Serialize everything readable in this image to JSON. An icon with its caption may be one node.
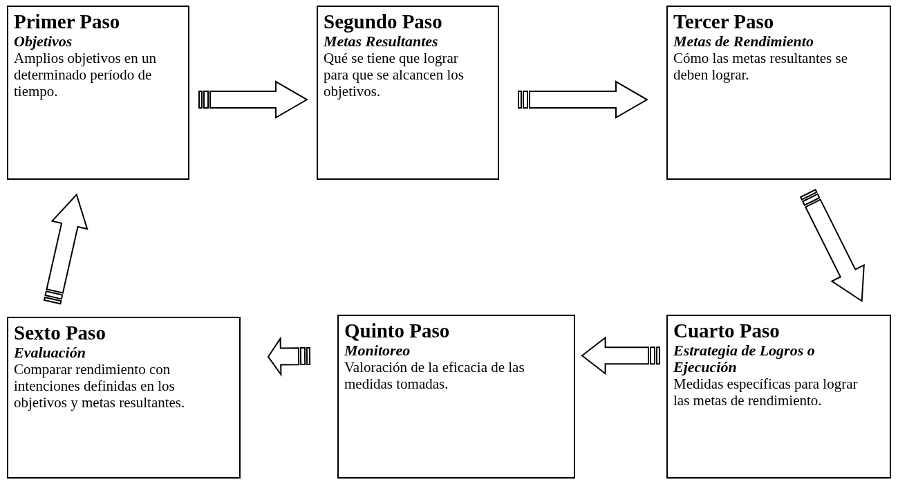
{
  "diagram": {
    "nodes": [
      {
        "text": [
          "Primer Paso",
          "Objetivos",
          "Amplios objetivos en un determinado período de tiempo."
        ]
      },
      {
        "text": [
          "Segundo Paso",
          "Metas Resultantes",
          "Qué se tiene que lograr para que se alcancen los objetivos."
        ]
      },
      {
        "text": [
          "Tercer Paso",
          "Metas de Rendimiento",
          "Cómo las metas resultantes se deben lograr."
        ]
      },
      {
        "text": [
          "Cuarto Paso",
          "Estrategia de Logros o Ejecución",
          "Medidas específicas para lograr las metas de rendimiento."
        ]
      },
      {
        "text": [
          "Quinto Paso",
          "Monitoreo",
          "Valoración de la eficacia de las medidas tomadas."
        ]
      },
      {
        "text": [
          "Sexto Paso",
          "Evaluación",
          "Comparar rendimiento con intenciones definidas en los objetivos y metas resultantes."
        ]
      }
    ],
    "edges": [
      {
        "from": 0,
        "to": 1,
        "arrow": "to"
      },
      {
        "from": 1,
        "to": 2,
        "arrow": "to"
      },
      {
        "from": 2,
        "to": 3,
        "arrow": "to"
      },
      {
        "from": 3,
        "to": 4,
        "arrow": "to"
      },
      {
        "from": 4,
        "to": 5,
        "arrow": "to"
      },
      {
        "from": 5,
        "to": 0,
        "arrow": "to"
      }
    ]
  }
}
